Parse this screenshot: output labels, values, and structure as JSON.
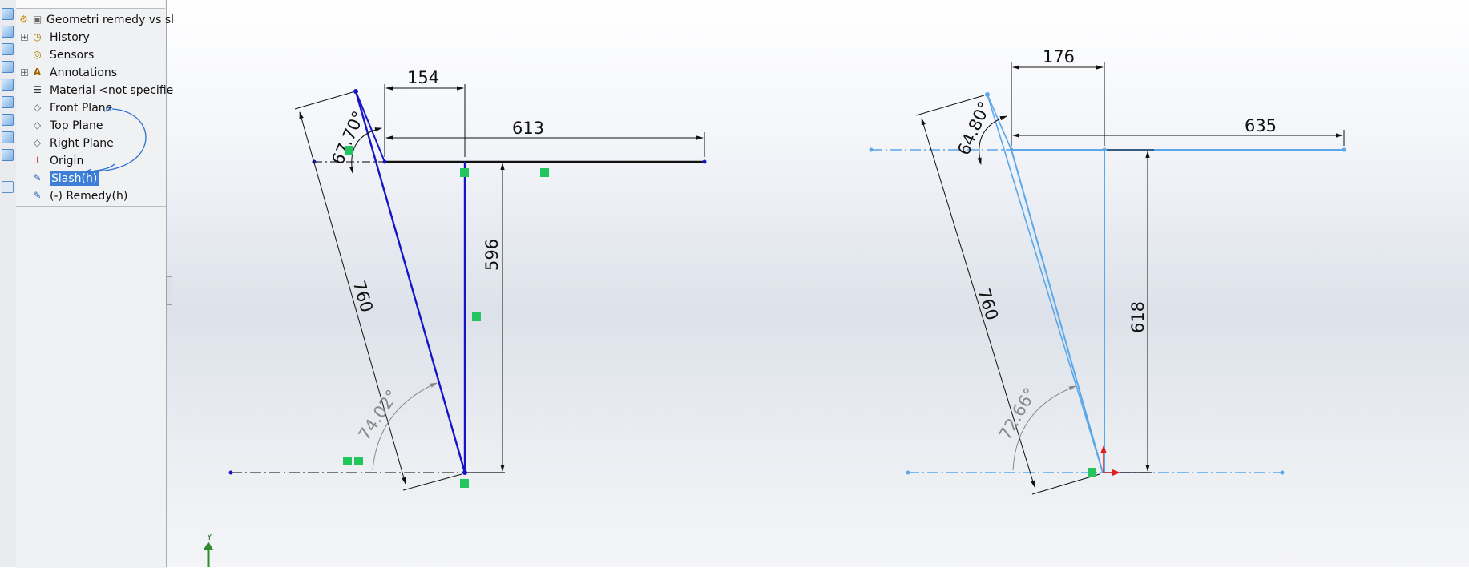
{
  "feature_tree": {
    "part_name": "Geometri remedy vs sl",
    "items": [
      {
        "label": "History",
        "icon": "history-icon",
        "expandable": true
      },
      {
        "label": "Sensors",
        "icon": "sensors-icon",
        "expandable": false
      },
      {
        "label": "Annotations",
        "icon": "annotations-icon",
        "expandable": true
      },
      {
        "label": "Material <not specifie",
        "icon": "material-icon",
        "expandable": false
      },
      {
        "label": "Front Plane",
        "icon": "plane-icon",
        "expandable": false
      },
      {
        "label": "Top Plane",
        "icon": "plane-icon",
        "expandable": false
      },
      {
        "label": "Right Plane",
        "icon": "plane-icon",
        "expandable": false
      },
      {
        "label": "Origin",
        "icon": "origin-icon",
        "expandable": false
      },
      {
        "label": "Slash(h)",
        "icon": "sketch-icon",
        "expandable": false,
        "selected": true
      },
      {
        "label": "(-) Remedy(h)",
        "icon": "sketch-icon",
        "expandable": false
      }
    ]
  },
  "sketch_left": {
    "name": "Slash",
    "dimensions": {
      "horizontal_short": "154",
      "horizontal_long": "613",
      "vertical": "596",
      "slanted": "760",
      "angle_top": "67.70°",
      "angle_bottom": "74.02°"
    }
  },
  "sketch_right": {
    "name": "Remedy",
    "dimensions": {
      "horizontal_short": "176",
      "horizontal_long": "635",
      "vertical": "618",
      "slanted": "760",
      "angle_top": "64.80°",
      "angle_bottom": "72.66°"
    }
  },
  "axis_triad": {
    "y_label": "Y"
  },
  "colors": {
    "sketch_fully_defined": "#1515c8",
    "sketch_reference": "#5aa7ea",
    "dimension": "#111111",
    "relation_marker": "#22c55e",
    "selection_highlight": "#3d7fd6"
  }
}
